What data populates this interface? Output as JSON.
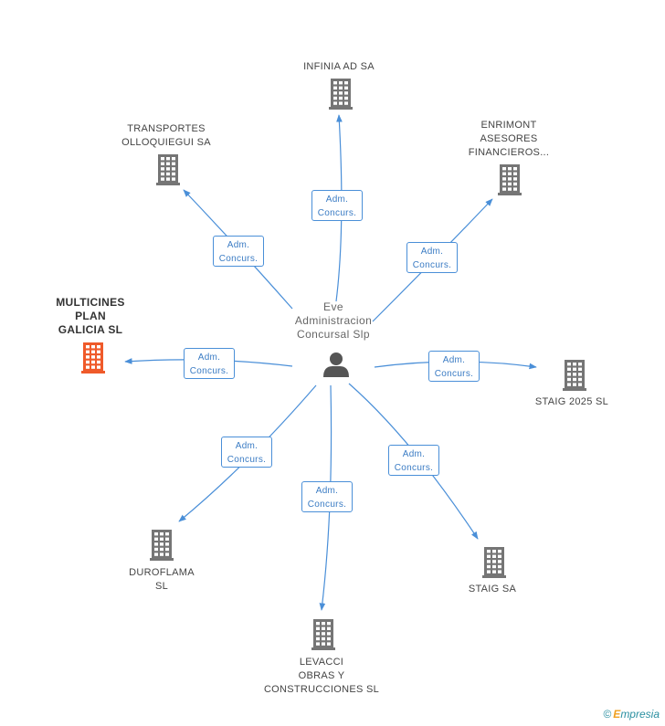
{
  "colors": {
    "edge": "#4a8fd8",
    "building": "#757575",
    "building_highlight": "#ef5a2a",
    "person": "#555555"
  },
  "center": {
    "label_lines": [
      "Eve",
      "Administracion",
      "Concursal Slp"
    ],
    "icon": "person-icon"
  },
  "edge_label": [
    "Adm.",
    "Concurs."
  ],
  "nodes": [
    {
      "id": "infinia",
      "label_lines": [
        "INFINIA AD SA"
      ],
      "icon": "building-icon",
      "highlight": false
    },
    {
      "id": "transportes",
      "label_lines": [
        "TRANSPORTES",
        "OLLOQUIEGUI SA"
      ],
      "icon": "building-icon",
      "highlight": false
    },
    {
      "id": "enrimont",
      "label_lines": [
        "ENRIMONT",
        "ASESORES",
        "FINANCIEROS..."
      ],
      "icon": "building-icon",
      "highlight": false
    },
    {
      "id": "multicines",
      "label_lines": [
        "MULTICINES",
        "PLAN",
        "GALICIA SL"
      ],
      "icon": "building-icon",
      "highlight": true
    },
    {
      "id": "staig2025",
      "label_lines": [
        "STAIG 2025  SL"
      ],
      "icon": "building-icon",
      "highlight": false
    },
    {
      "id": "duroflama",
      "label_lines": [
        "DUROFLAMA",
        "SL"
      ],
      "icon": "building-icon",
      "highlight": false
    },
    {
      "id": "levacci",
      "label_lines": [
        "LEVACCI",
        "OBRAS Y",
        "CONSTRUCCIONES SL"
      ],
      "icon": "building-icon",
      "highlight": false
    },
    {
      "id": "staigsa",
      "label_lines": [
        "STAIG SA"
      ],
      "icon": "building-icon",
      "highlight": false
    }
  ],
  "footer": {
    "copyright": "©",
    "brand_initial": "E",
    "brand_rest": "mpresia"
  }
}
